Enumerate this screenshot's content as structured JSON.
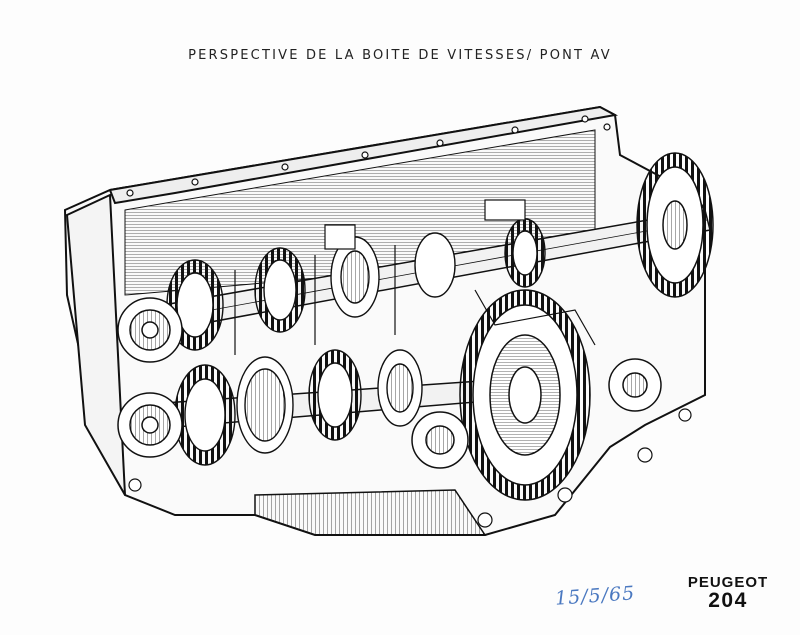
{
  "document": {
    "title": "PERSPECTIVE DE LA BOITE DE VITESSES/ PONT AV",
    "handwritten_date": "15/5/65",
    "brand": "PEUGEOT",
    "model": "204"
  },
  "illustration": {
    "subject": "gearbox-cutaway-drawing",
    "ink_color": "#111111"
  }
}
